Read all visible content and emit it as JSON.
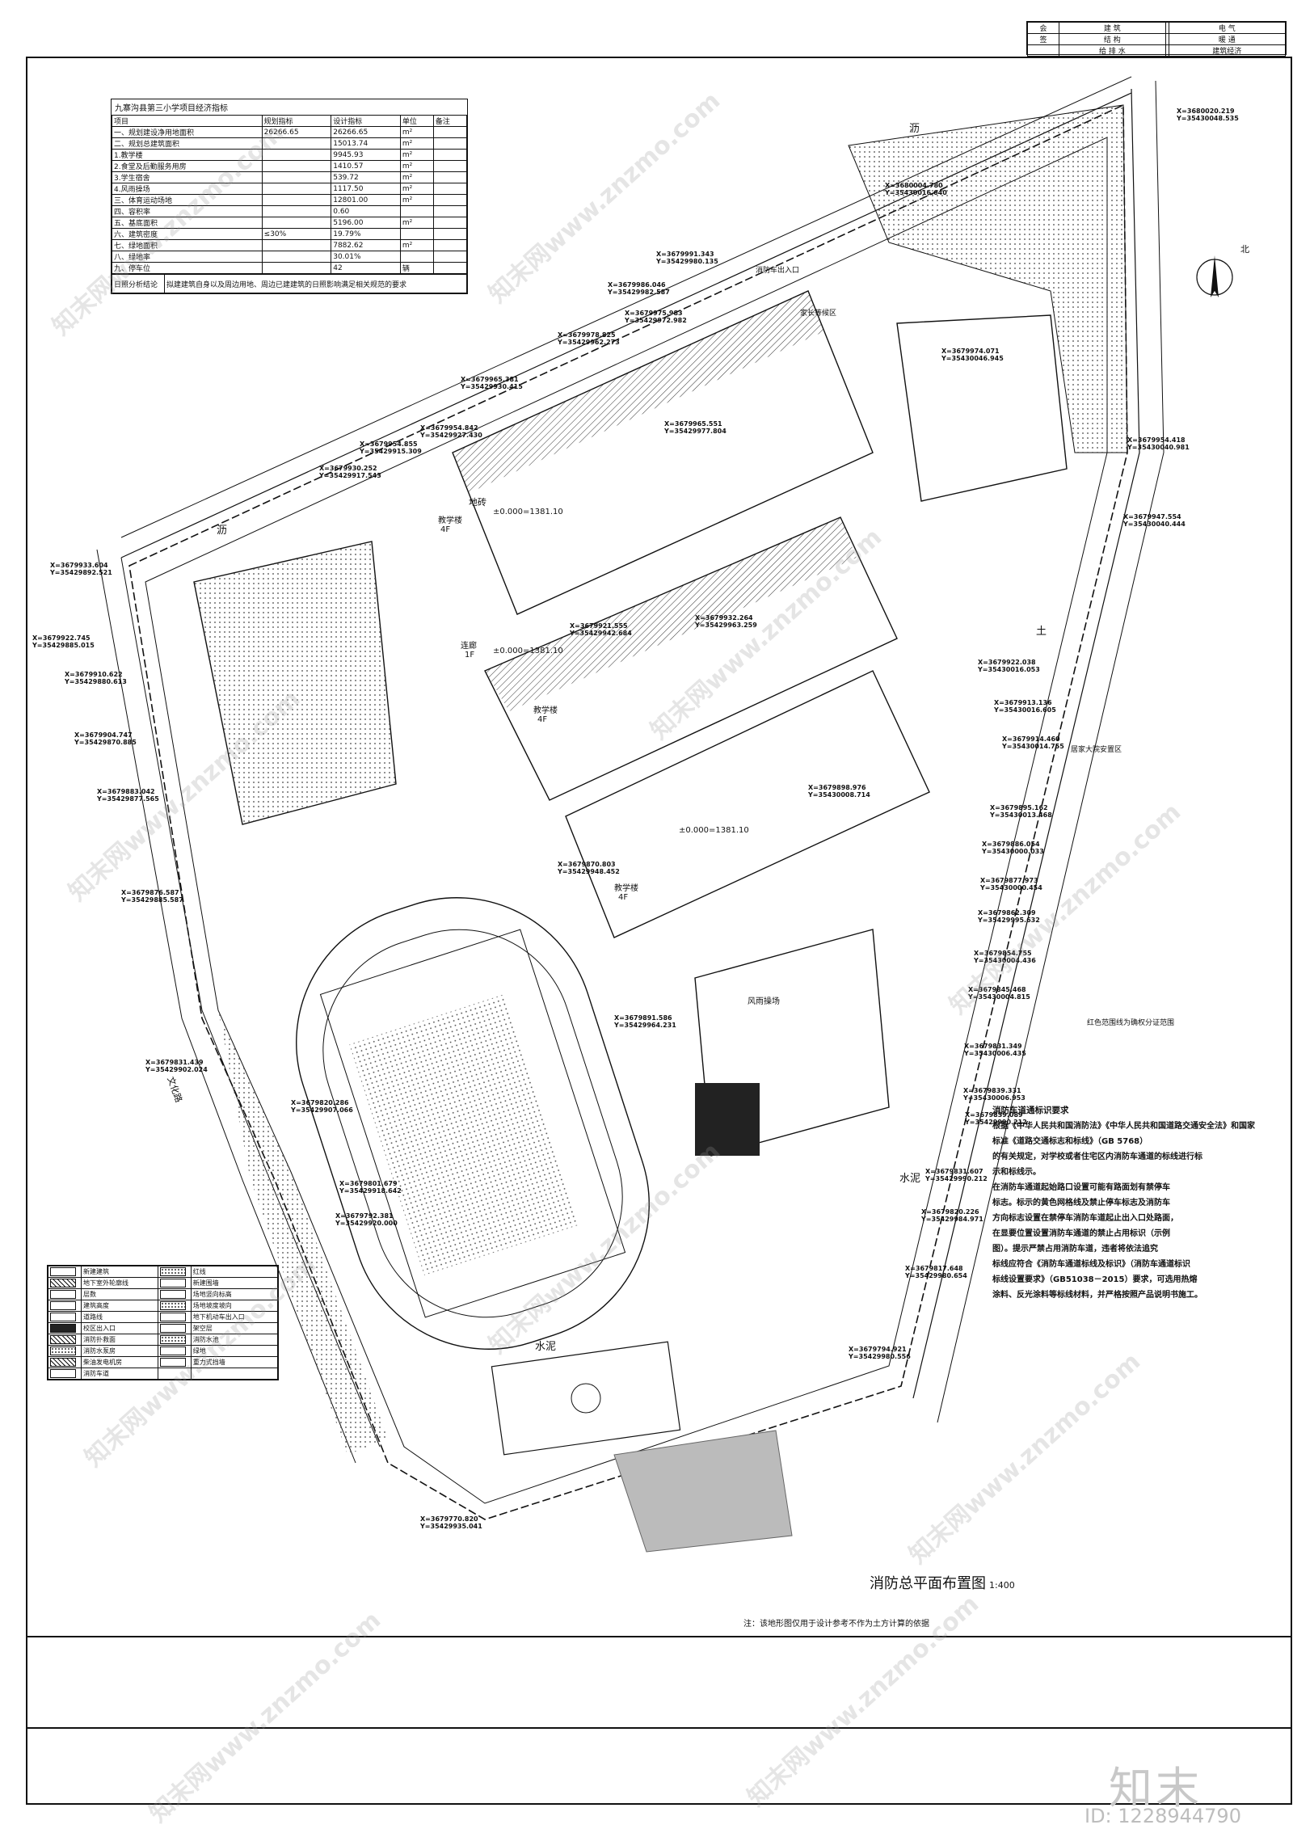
{
  "signoff": {
    "rows": [
      [
        "会",
        "建 筑",
        "",
        "电 气"
      ],
      [
        "签",
        "结 构",
        "",
        "暖 通"
      ],
      [
        "",
        "给 排 水",
        "",
        "建筑经济"
      ]
    ]
  },
  "eco_table": {
    "title": "九寨沟县第三小学项目经济指标",
    "headers": [
      "项目",
      "规划指标",
      "设计指标",
      "单位",
      "备注"
    ],
    "rows": [
      [
        "一、规划建设净用地面积",
        "26266.65",
        "26266.65",
        "m²",
        ""
      ],
      [
        "二、规划总建筑面积",
        "",
        "15013.74",
        "m²",
        ""
      ],
      [
        "1.教学楼",
        "",
        "9945.93",
        "m²",
        ""
      ],
      [
        "2.食堂及后勤服务用房",
        "",
        "1410.57",
        "m²",
        ""
      ],
      [
        "3.学生宿舍",
        "",
        "539.72",
        "m²",
        ""
      ],
      [
        "4.风雨操场",
        "",
        "1117.50",
        "m²",
        ""
      ],
      [
        "三、体育运动场地",
        "",
        "12801.00",
        "m²",
        ""
      ],
      [
        "四、容积率",
        "",
        "0.60",
        "",
        ""
      ],
      [
        "五、基底面积",
        "",
        "5196.00",
        "m²",
        ""
      ],
      [
        "六、建筑密度",
        "≤30%",
        "19.79%",
        "",
        ""
      ],
      [
        "七、绿地面积",
        "",
        "7882.62",
        "m²",
        ""
      ],
      [
        "八、绿地率",
        "",
        "30.01%",
        "",
        ""
      ],
      [
        "九、停车位",
        "",
        "42",
        "辆",
        ""
      ]
    ],
    "footer_label": "日照分析结论",
    "footer_text": "拟建建筑自身以及周边用地、周边已建建筑的日照影响满足相关规范的要求"
  },
  "plan_labels": {
    "building1": "教学楼",
    "building1_sub": "4F",
    "building2": "教学楼",
    "building2_sub": "4F",
    "building3": "教学楼",
    "building3_sub": "4F",
    "gallery": "连廊",
    "gallery_sub": "1F",
    "elev1": "±0.000=1381.10",
    "elev2": "±0.000=1381.10",
    "elev3": "±0.000=1381.10",
    "gym": "风雨操场",
    "cement1": "水泥",
    "cement2": "水泥",
    "road1": "沥",
    "road2": "沥",
    "soil": "土",
    "land_note": "红色范围线为确权分证范围",
    "resettle": "居家大院安置区",
    "parent_wait": "家长等候区",
    "fire_entry": "消防车出入口",
    "street": "文化路",
    "ground": "地砖"
  },
  "coords": [
    [
      "X=3679991.343",
      "Y=35429980.135"
    ],
    [
      "X=3679986.046",
      "Y=35429982.587"
    ],
    [
      "X=3679975.983",
      "Y=35429972.982"
    ],
    [
      "X=3679978.825",
      "Y=35429962.273"
    ],
    [
      "X=3679965.381",
      "Y=35429930.415"
    ],
    [
      "X=3679965.551",
      "Y=35429977.804"
    ],
    [
      "X=3679954.842",
      "Y=35429927.430"
    ],
    [
      "X=3679954.855",
      "Y=35429915.309"
    ],
    [
      "X=3679930.252",
      "Y=35429917.543"
    ],
    [
      "X=3679933.604",
      "Y=35429892.521"
    ],
    [
      "X=3679922.745",
      "Y=35429885.015"
    ],
    [
      "X=3679910.622",
      "Y=35429880.613"
    ],
    [
      "X=3679904.747",
      "Y=35429870.885"
    ],
    [
      "X=3679883.042",
      "Y=35429877.565"
    ],
    [
      "X=3679876.587",
      "Y=35429885.587"
    ],
    [
      "X=3679831.439",
      "Y=35429902.024"
    ],
    [
      "X=3679820.286",
      "Y=35429907.066"
    ],
    [
      "X=3679801.679",
      "Y=35429918.642"
    ],
    [
      "X=3679792.381",
      "Y=35429920.000"
    ],
    [
      "X=3679770.820",
      "Y=35429935.041"
    ],
    [
      "X=3680020.219",
      "Y=35430048.535"
    ],
    [
      "X=3680004.780",
      "Y=35430016.640"
    ],
    [
      "X=3679974.071",
      "Y=35430046.945"
    ],
    [
      "X=3679954.418",
      "Y=35430040.981"
    ],
    [
      "X=3679947.554",
      "Y=35430040.444"
    ],
    [
      "X=3679922.038",
      "Y=35430016.053"
    ],
    [
      "X=3679913.136",
      "Y=35430016.605"
    ],
    [
      "X=3679914.460",
      "Y=35430014.755"
    ],
    [
      "X=3679895.162",
      "Y=35430013.468"
    ],
    [
      "X=3679886.054",
      "Y=35430000.033"
    ],
    [
      "X=3679877.973",
      "Y=35430000.454"
    ],
    [
      "X=3679862.309",
      "Y=35429995.632"
    ],
    [
      "X=3679854.755",
      "Y=35430004.436"
    ],
    [
      "X=3679845.468",
      "Y=35430004.815"
    ],
    [
      "X=3679831.349",
      "Y=35430006.435"
    ],
    [
      "X=3679839.331",
      "Y=35430006.953"
    ],
    [
      "X=3679839.089",
      "Y=35429990.212"
    ],
    [
      "X=3679831.607",
      "Y=35429990.212"
    ],
    [
      "X=3679820.226",
      "Y=35429984.971"
    ],
    [
      "X=3679817.648",
      "Y=35429980.654"
    ],
    [
      "X=3679794.921",
      "Y=35429980.556"
    ],
    [
      "X=3679891.586",
      "Y=35429964.231"
    ],
    [
      "X=3679898.976",
      "Y=35430008.714"
    ],
    [
      "X=3679921.555",
      "Y=35429942.684"
    ],
    [
      "X=3679932.264",
      "Y=35429963.259"
    ],
    [
      "X=3679870.803",
      "Y=35429948.452"
    ]
  ],
  "notes": {
    "heading": "消防车道通标识要求",
    "lines": [
      "根据《中华人民共和国消防法》《中华人民共和国道路交通安全法》和国家标准《道路交通标志和标线》（GB 5768）",
      "的有关规定，对学校或者住宅区内消防车通道的标线进行标",
      "示和标线示。",
      "在消防车通道起始路口设置可能有路面划有禁停车",
      "标志。标示的黄色网格线及禁止停车标志及消防车",
      "方向标志设置在禁停车消防车道起止出入口处路面，",
      "在显要位置设置消防车通道的禁止占用标识（示例",
      "图）。提示严禁占用消防车道，违者将依法追究",
      "标线应符合《消防车通道标线及标识》（消防车通道标识",
      "标线设置要求》（GB51038－2015）要求，可选用热熔",
      "涂料、反光涂料等标线材料，并严格按照产品说明书施工。"
    ]
  },
  "legend": {
    "rows": [
      [
        "新建建筑",
        "红线"
      ],
      [
        "地下室外轮廓线",
        "新建围墙"
      ],
      [
        "层数",
        "场地竖向标高"
      ],
      [
        "建筑高度",
        "场地坡度坡向"
      ],
      [
        "道路线",
        "地下机动车出入口"
      ],
      [
        "校区出入口",
        "架空层"
      ],
      [
        "消防扑救面",
        "消防水池"
      ],
      [
        "消防水泵房",
        "绿地"
      ],
      [
        "柴油发电机房",
        "重力式挡墙"
      ],
      [
        "消防车道",
        ""
      ]
    ]
  },
  "map_title": "消防总平面布置图",
  "map_scale": "1:400",
  "footer_note": "注：该地形图仅用于设计参考不作为土方计算的依据",
  "brand": "知末",
  "id_text": "ID: 1228944790",
  "north": "北",
  "watermark": "知末网www.znzmo.com"
}
